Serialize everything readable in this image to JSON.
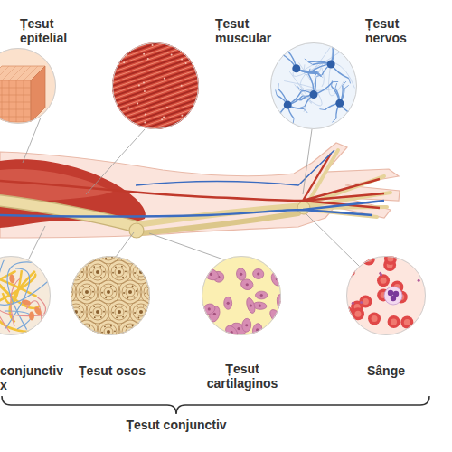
{
  "diagram": {
    "nodes": [
      {
        "text": [
          "Țesut epitelial"
        ]
      },
      {
        "text": [
          "Țesut muscular"
        ]
      },
      {
        "text": [
          "Țesut nervos"
        ]
      },
      {
        "text": [
          "conjunctiv x"
        ]
      },
      {
        "text": [
          "Țesut osos"
        ]
      },
      {
        "text": [
          "Țesut cartilaginos"
        ]
      },
      {
        "text": [
          "Sânge"
        ]
      }
    ],
    "labels": [
      "Țesut conjunctiv"
    ]
  }
}
